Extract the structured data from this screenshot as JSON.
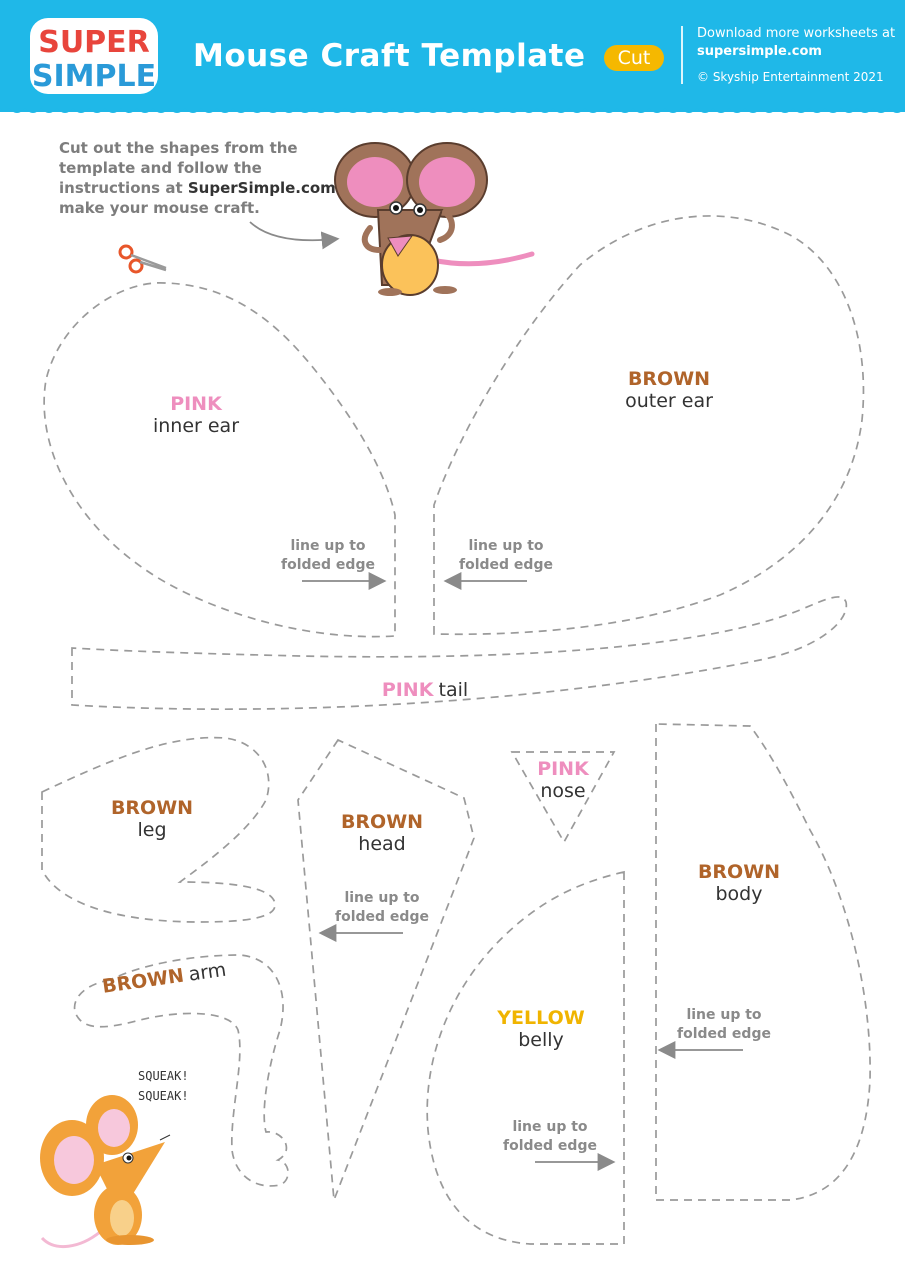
{
  "header": {
    "logo_top": "SUPER",
    "logo_bottom": "SIMPLE",
    "title": "Mouse Craft Template",
    "badge": "Cut",
    "download_line": "Download more worksheets at",
    "download_site": "supersimple.com",
    "copyright": "© Skyship Entertainment 2021"
  },
  "instructions": {
    "text": "Cut out the shapes from the template and follow the instructions at",
    "site": "SuperSimple.com",
    "end": "to make your mouse craft."
  },
  "pieces": {
    "inner_ear": {
      "color": "PINK",
      "part": "inner ear"
    },
    "outer_ear": {
      "color": "BROWN",
      "part": "outer ear"
    },
    "tail": {
      "color": "PINK",
      "part": "tail"
    },
    "leg": {
      "color": "BROWN",
      "part": "leg"
    },
    "head": {
      "color": "BROWN",
      "part": "head"
    },
    "nose": {
      "color": "PINK",
      "part": "nose"
    },
    "body": {
      "color": "BROWN",
      "part": "body"
    },
    "arm": {
      "color": "BROWN",
      "part": "arm"
    },
    "belly": {
      "color": "YELLOW",
      "part": "belly"
    }
  },
  "fold_label": {
    "line1": "line up to",
    "line2": "folded edge"
  },
  "squeak": [
    "SQUEAK!",
    "SQUEAK!"
  ],
  "icons": [
    "scissors-icon",
    "mouse-illustration",
    "arrow-icon"
  ],
  "colors": {
    "header_blue": "#1fb8e8",
    "badge_yellow": "#f5b800",
    "pink": "#ee8ebe",
    "brown": "#b0642a",
    "yellow": "#f0b400",
    "dashed_line": "#9a9a9a"
  }
}
